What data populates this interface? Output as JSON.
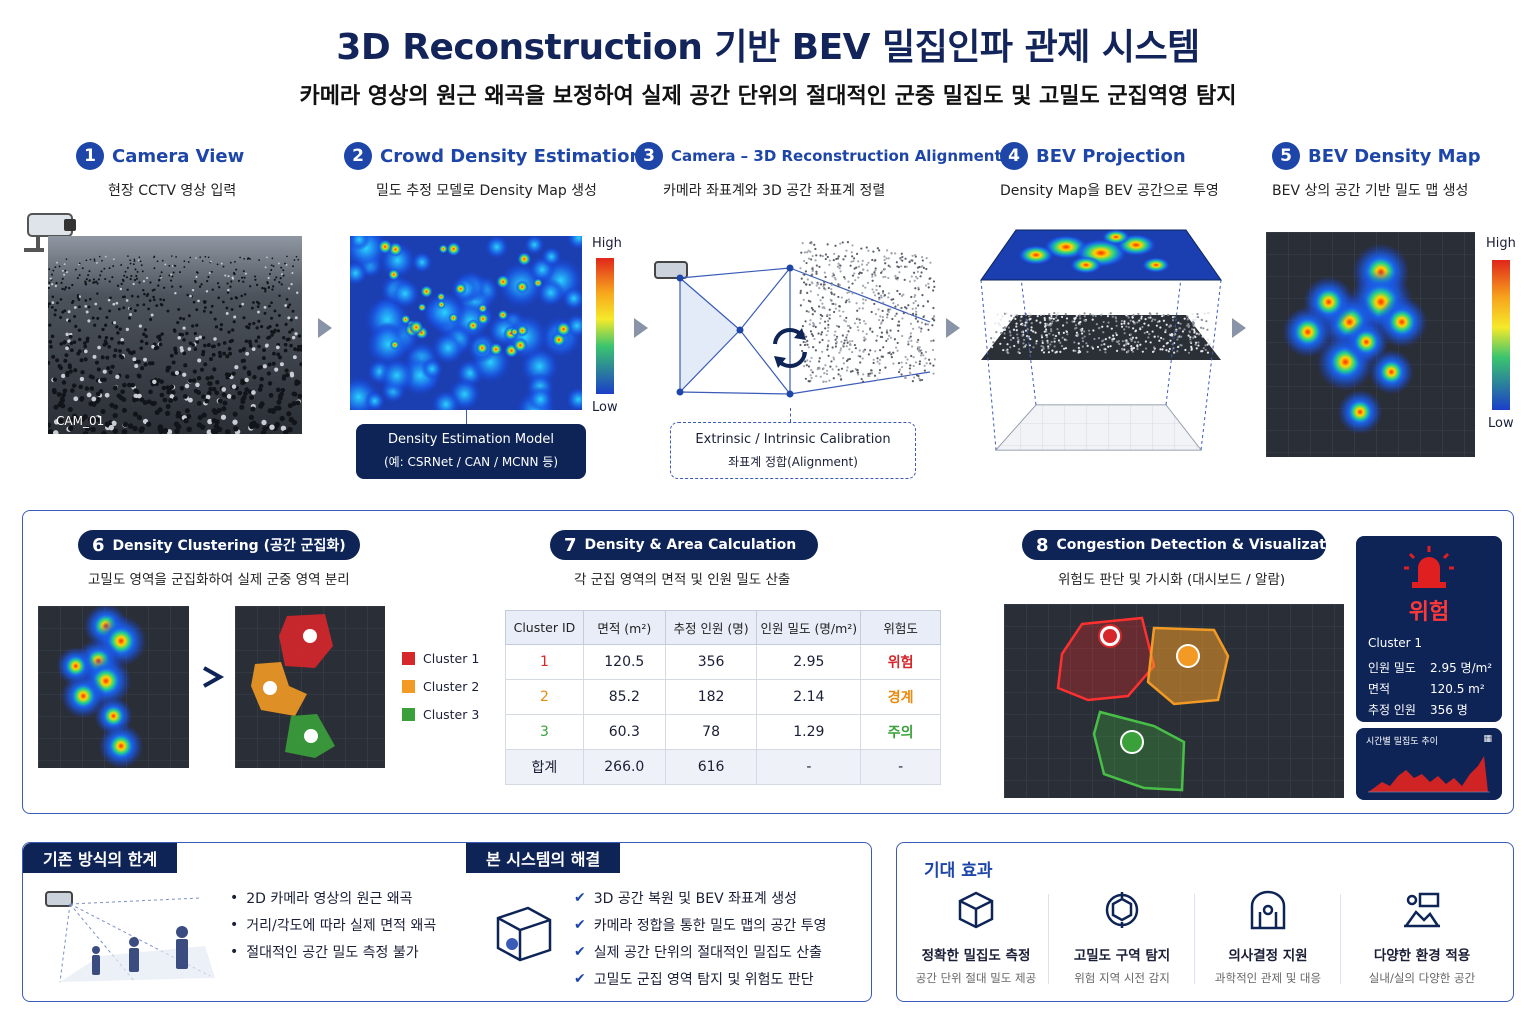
{
  "header": {
    "title": "3D Reconstruction 기반 BEV 밀집인파 관제 시스템",
    "subtitle": "카메라 영상의 원근 왜곡을 보정하여 실제 공간 단위의 절대적인 군중 밀집도 및 고밀도 군집역영 탐지"
  },
  "steps": [
    {
      "num": "1",
      "title": "Camera View",
      "desc": "현장 CCTV 영상 입력"
    },
    {
      "num": "2",
      "title": "Crowd Density Estimation",
      "desc": "밀도 추정 모델로 Density Map 생성"
    },
    {
      "num": "3",
      "title": "Camera – 3D Reconstruction Alignment",
      "desc": "카메라 좌표계와 3D 공간 좌표계 정렬"
    },
    {
      "num": "4",
      "title": "BEV Projection",
      "desc": "Density Map을 BEV 공간으로 투영"
    },
    {
      "num": "5",
      "title": "BEV Density Map",
      "desc": "BEV 상의 공간 기반 밀도 맵 생성"
    }
  ],
  "camera": {
    "label": "CAM_01"
  },
  "colorbar": {
    "high": "High",
    "low": "Low"
  },
  "model_box": {
    "title": "Density Estimation Model",
    "sub": "(예: CSRNet / CAN / MCNN 등)"
  },
  "calib_box": {
    "title": "Extrinsic / Intrinsic Calibration",
    "sub": "좌표계 정합(Alignment)"
  },
  "s6": {
    "num": "6",
    "title": "Density Clustering (공간 군집화)",
    "desc": "고밀도 영역을 군집화하여 실제 군중 영역 분리",
    "legend": [
      "Cluster 1",
      "Cluster 2",
      "Cluster 3"
    ],
    "colors": [
      "#d6272b",
      "#f29a24",
      "#3aa13a"
    ]
  },
  "s7": {
    "num": "7",
    "title": "Density & Area Calculation",
    "desc": "각 군집 영역의 면적 및 인원 밀도 산출",
    "headers": [
      "Cluster ID",
      "면적 (m²)",
      "추정 인원 (명)",
      "인원 밀도 (명/m²)",
      "위험도"
    ],
    "rows": [
      [
        "1",
        "120.5",
        "356",
        "2.95",
        "위험"
      ],
      [
        "2",
        "85.2",
        "182",
        "2.14",
        "경계"
      ],
      [
        "3",
        "60.3",
        "78",
        "1.29",
        "주의"
      ],
      [
        "합계",
        "266.0",
        "616",
        "-",
        "-"
      ]
    ]
  },
  "s8": {
    "num": "8",
    "title": "Congestion Detection & Visualization",
    "desc": "위험도 판단 및 가시화 (대시보드 / 알람)"
  },
  "alert": {
    "level": "위험",
    "cluster": "Cluster 1",
    "rows": [
      {
        "k": "인원 밀도",
        "v": "2.95 명/m²"
      },
      {
        "k": "면적",
        "v": "120.5 m²"
      },
      {
        "k": "추정 인원",
        "v": "356 명"
      }
    ],
    "trend_label": "시간별 밀집도 추이"
  },
  "limits": {
    "title": "기존 방식의 한계",
    "items": [
      "2D 카메라 영상의 원근 왜곡",
      "거리/각도에 따라 실제 면적 왜곡",
      "절대적인 공간 밀도 측정 불가"
    ]
  },
  "solution": {
    "title": "본 시스템의 해결",
    "items": [
      "3D 공간 복원 및 BEV 좌표계 생성",
      "카메라 정합을 통한 밀도 맵의 공간 투영",
      "실제 공간 단위의 절대적인 밀집도 산출",
      "고밀도 군집 영역 탐지 및 위험도 판단"
    ]
  },
  "effects": {
    "title": "기대 효과",
    "items": [
      {
        "t": "정확한 밀집도 측정",
        "s": "공간 단위 절대 밀도 제공",
        "icon": "cube-icon"
      },
      {
        "t": "고밀도 구역 탐지",
        "s": "위험 지역 시전 감지",
        "icon": "target-icon"
      },
      {
        "t": "의사결정 지원",
        "s": "과학적인 관제 및 대응",
        "icon": "building-icon"
      },
      {
        "t": "다양한 환경 적용",
        "s": "실내/실의 다양한 공간",
        "icon": "environment-icon"
      }
    ]
  }
}
